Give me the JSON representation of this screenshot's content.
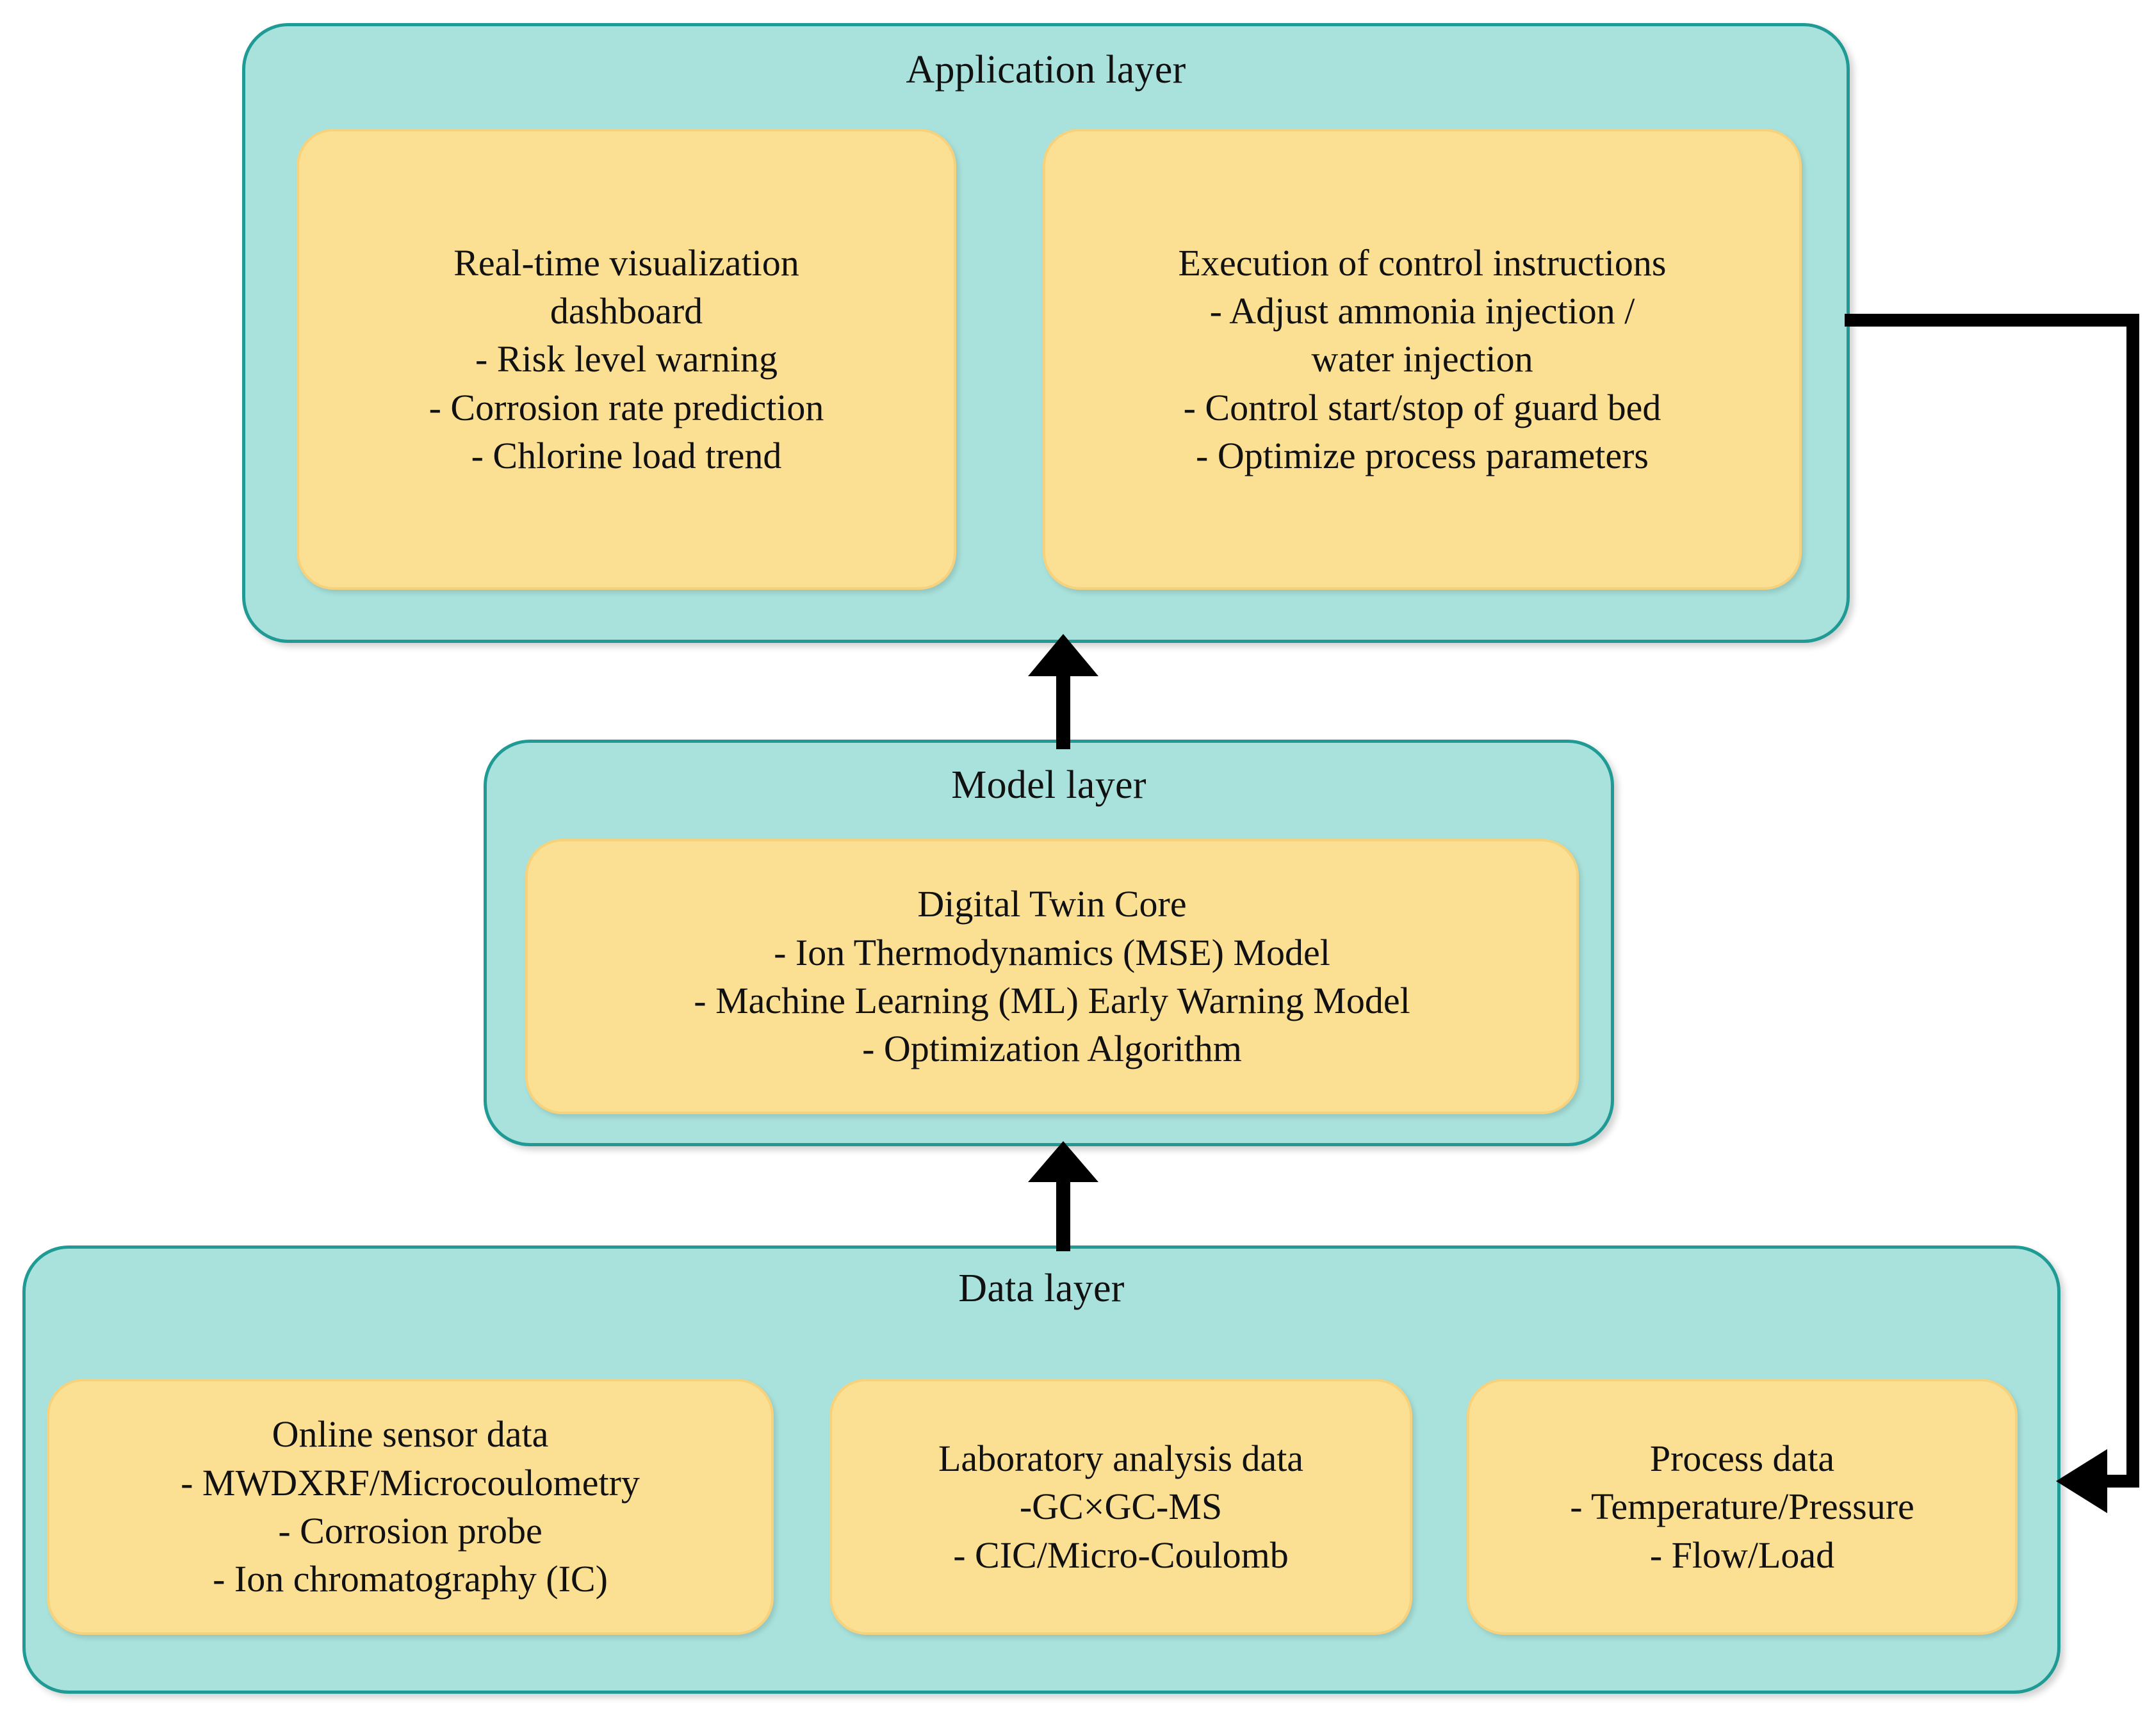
{
  "diagram": {
    "title": "Digital twin architecture: Application / Model / Data layers",
    "colors": {
      "layer_fill": "#A9E2DC",
      "layer_stroke": "#1F9A94",
      "card_fill": "#FBDF93",
      "card_stroke": "#F7D27C",
      "arrow": "#000000",
      "text": "#111111",
      "background": "#FFFFFF"
    }
  },
  "application_layer": {
    "title": "Application layer",
    "cards": [
      {
        "name": "realtime-visualization-dashboard",
        "lines": [
          "Real-time visualization",
          "dashboard",
          "- Risk level warning",
          "- Corrosion rate prediction",
          "- Chlorine load trend"
        ]
      },
      {
        "name": "execution-of-control-instructions",
        "lines": [
          "Execution of control instructions",
          "- Adjust ammonia injection /",
          "water injection",
          "- Control start/stop of guard bed",
          "- Optimize process parameters"
        ]
      }
    ]
  },
  "model_layer": {
    "title": "Model layer",
    "cards": [
      {
        "name": "digital-twin-core",
        "lines": [
          "Digital Twin Core",
          "- Ion Thermodynamics (MSE) Model",
          "- Machine Learning (ML) Early Warning Model",
          "- Optimization Algorithm"
        ]
      }
    ]
  },
  "data_layer": {
    "title": "Data layer",
    "cards": [
      {
        "name": "online-sensor-data",
        "lines": [
          "Online sensor data",
          "- MWDXRF/Microcoulometry",
          "- Corrosion probe",
          "- Ion chromatography (IC)"
        ]
      },
      {
        "name": "laboratory-analysis-data",
        "lines": [
          "Laboratory analysis data",
          "-GC×GC-MS",
          "- CIC/Micro-Coulomb"
        ]
      },
      {
        "name": "process-data",
        "lines": [
          "Process data",
          "- Temperature/Pressure",
          "- Flow/Load"
        ]
      }
    ]
  },
  "connectors": [
    {
      "name": "arrow-data-to-model",
      "direction": "up",
      "from": "data_layer",
      "to": "model_layer"
    },
    {
      "name": "arrow-model-to-application",
      "direction": "up",
      "from": "model_layer",
      "to": "application_layer"
    },
    {
      "name": "arrow-application-feedback-to-data",
      "direction": "left",
      "from": "application_layer",
      "to": "data_layer"
    }
  ]
}
